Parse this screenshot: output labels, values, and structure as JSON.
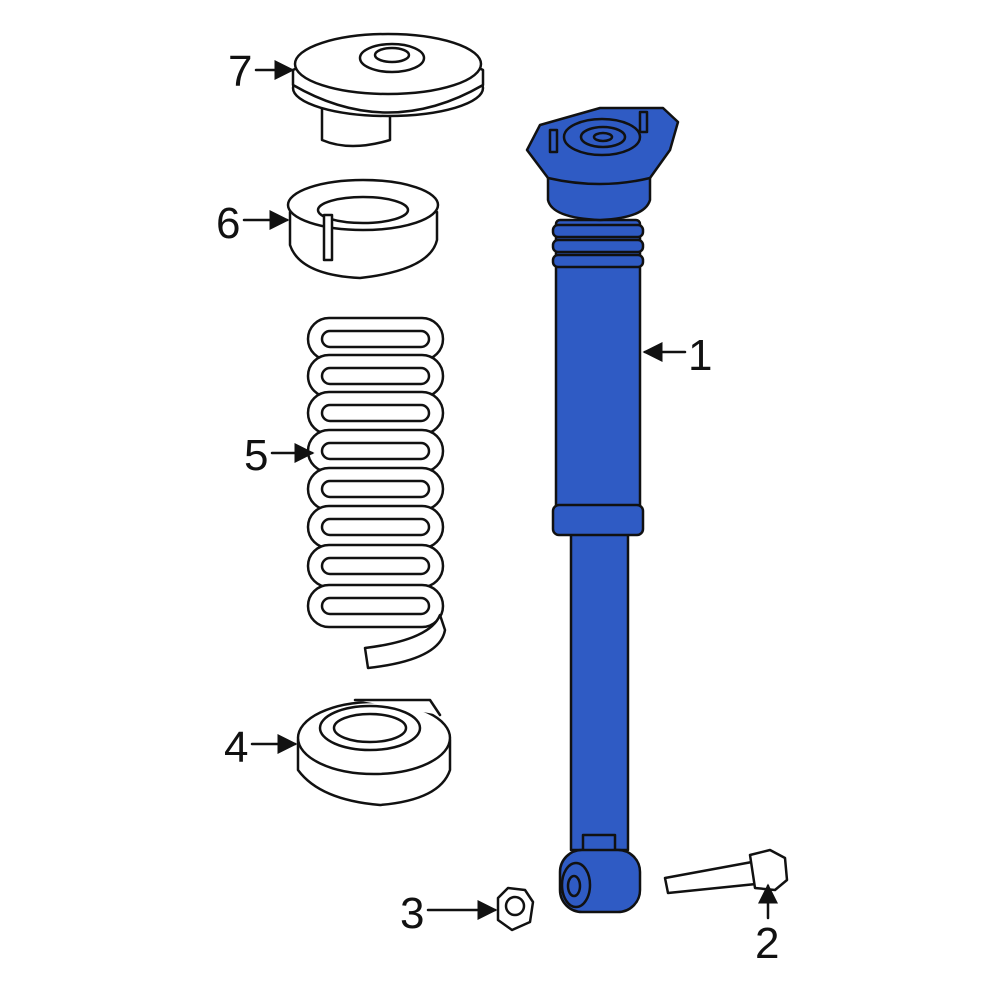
{
  "diagram": {
    "highlight_color": "#2f5bc4",
    "callouts": [
      {
        "number": "1",
        "part": "shock-absorber",
        "highlighted": true
      },
      {
        "number": "2",
        "part": "bolt"
      },
      {
        "number": "3",
        "part": "nut"
      },
      {
        "number": "4",
        "part": "lower-spring-seat"
      },
      {
        "number": "5",
        "part": "coil-spring"
      },
      {
        "number": "6",
        "part": "upper-spring-insulator"
      },
      {
        "number": "7",
        "part": "upper-mount"
      }
    ]
  }
}
